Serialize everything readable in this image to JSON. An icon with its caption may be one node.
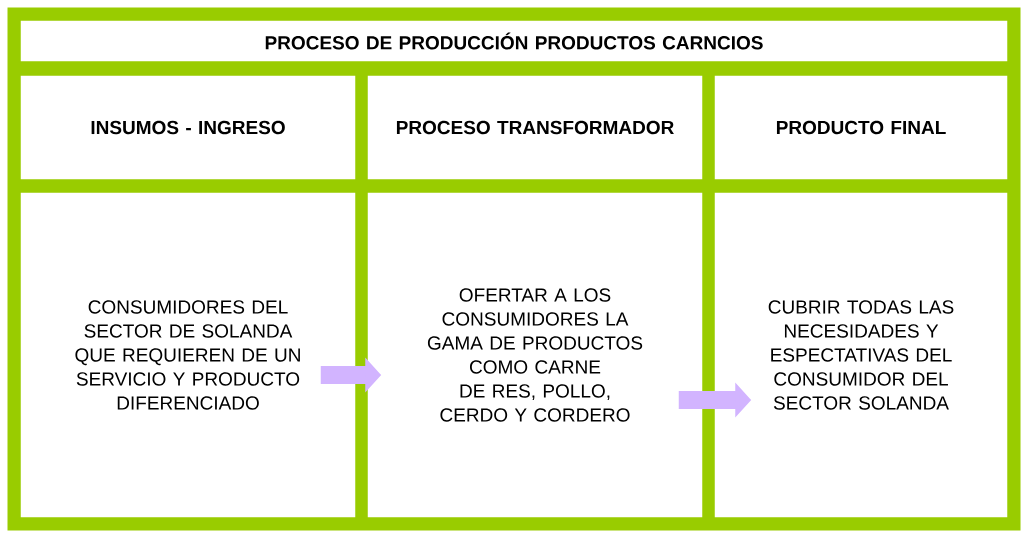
{
  "diagram": {
    "nodes": [
      {
        "text": [
          "PROCESO DE PRODUCCIÓN PRODUCTOS CARNCIOS"
        ]
      },
      {
        "text": [
          "INSUMOS - INGRESO"
        ]
      },
      {
        "text": [
          "PROCESO TRANSFORMADOR"
        ]
      },
      {
        "text": [
          "PRODUCTO FINAL"
        ]
      },
      {
        "text": [
          "CONSUMIDORES DEL SECTOR DE SOLANDA QUE REQUIEREN DE UN SERVICIO Y PRODUCTO DIFERENCIADO"
        ]
      },
      {
        "text": [
          "OFERTAR A LOS CONSUMIDORES LA GAMA DE PRODUCTOS COMO CARNE DE RES, POLLO, CERDO Y CORDERO"
        ]
      },
      {
        "text": [
          "CUBRIR TODAS LAS NECESIDADES Y ESPECTATIVAS DEL CONSUMIDOR DEL SECTOR SOLANDA"
        ]
      }
    ],
    "edges": [
      {
        "from": 4,
        "to": 5,
        "arrow": "to"
      },
      {
        "from": 5,
        "to": 6,
        "arrow": "to"
      }
    ]
  }
}
